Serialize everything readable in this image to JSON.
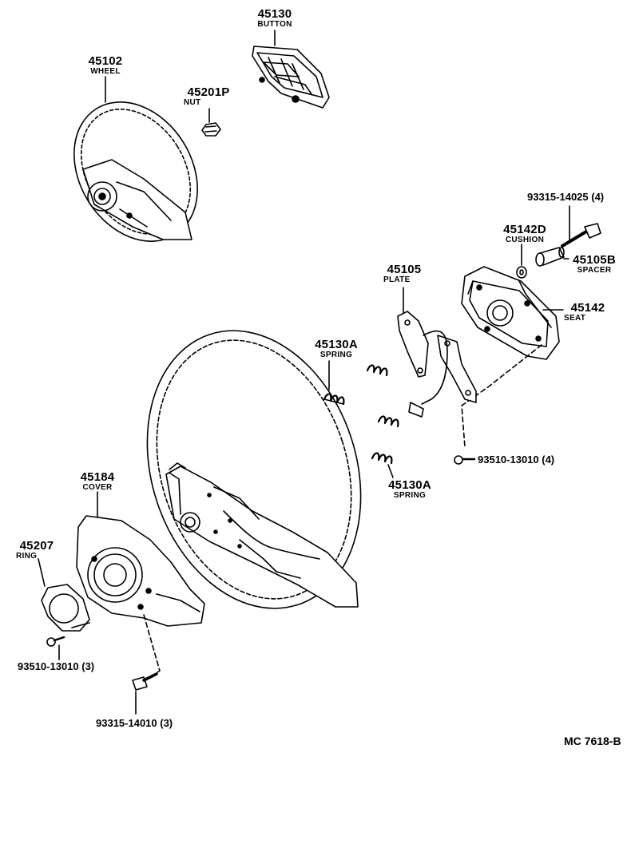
{
  "parts": {
    "button": {
      "number": "45130",
      "name": "BUTTON"
    },
    "wheel": {
      "number": "45102",
      "name": "WHEEL"
    },
    "nut": {
      "number": "45201P",
      "name": "NUT"
    },
    "bolt_top": {
      "number": "93315-14025 (4)"
    },
    "cushion": {
      "number": "45142D",
      "name": "CUSHION"
    },
    "spacer": {
      "number": "45105B",
      "name": "SPACER"
    },
    "plate": {
      "number": "45105",
      "name": "PLATE"
    },
    "seat": {
      "number": "45142",
      "name": "SEAT"
    },
    "spring_upper": {
      "number": "45130A",
      "name": "SPRING"
    },
    "screw_right": {
      "number": "93510-13010 (4)"
    },
    "spring_lower": {
      "number": "45130A",
      "name": "SPRING"
    },
    "cover": {
      "number": "45184",
      "name": "COVER"
    },
    "ring": {
      "number": "45207",
      "name": "RING"
    },
    "screw_left": {
      "number": "93510-13010 (3)"
    },
    "bolt_bottom": {
      "number": "93315-14010 (3)"
    }
  },
  "drawing_code": "MC  7618-B",
  "line_color": "#000000"
}
